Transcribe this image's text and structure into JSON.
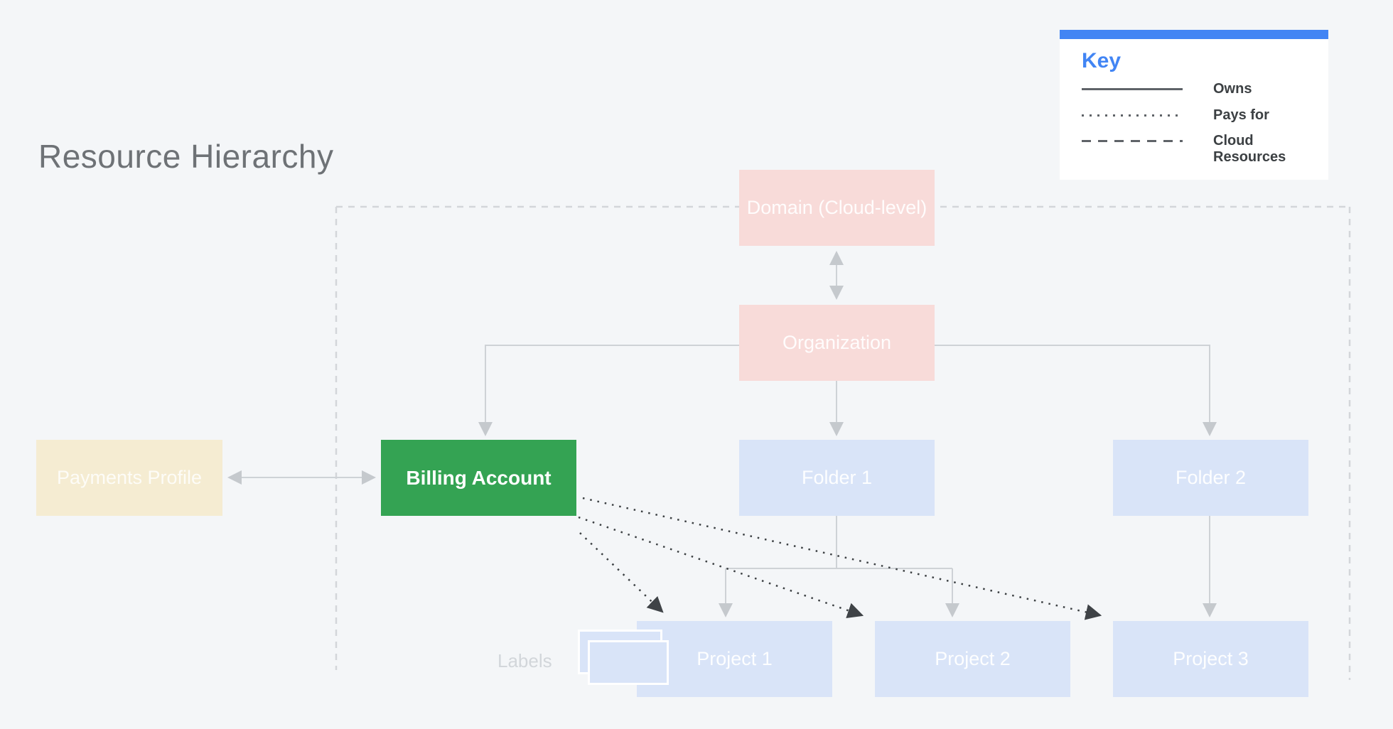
{
  "title": "Resource Hierarchy",
  "legend": {
    "heading": "Key",
    "items": [
      {
        "style": "solid",
        "label": "Owns"
      },
      {
        "style": "dotted",
        "label": "Pays for"
      },
      {
        "style": "dashed",
        "label": "Cloud Resources"
      }
    ]
  },
  "nodes": {
    "domain": {
      "label": "Domain (Cloud-level)"
    },
    "organization": {
      "label": "Organization"
    },
    "payments": {
      "label": "Payments Profile"
    },
    "billing": {
      "label": "Billing Account"
    },
    "folder1": {
      "label": "Folder 1"
    },
    "folder2": {
      "label": "Folder 2"
    },
    "project1": {
      "label": "Project 1"
    },
    "project2": {
      "label": "Project 2"
    },
    "project3": {
      "label": "Project 3"
    }
  },
  "labels_caption": "Labels",
  "icons": {
    "labels_cards": "labels-cards-icon"
  },
  "colors": {
    "background": "#f4f6f8",
    "legend_accent_blue": "#4285f4",
    "legend_text_dark": "#3c4043",
    "title_gray": "#6e7276",
    "domain_org_pink": "#f8dbd9",
    "payments_cream": "#f5ecd2",
    "billing_green": "#34a353",
    "folder_project_blue": "#d9e4f8",
    "connector_gray": "#ced2d6",
    "pays_for_line_dark": "#3c4043",
    "boundary_dash_gray": "#d3d6da",
    "labels_text_gray": "#d2d6da"
  }
}
